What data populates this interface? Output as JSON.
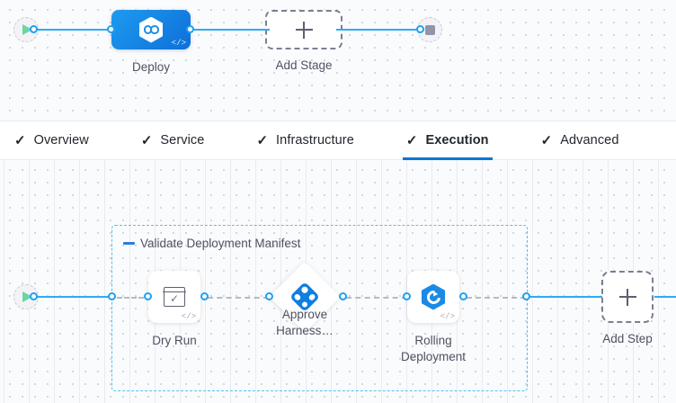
{
  "stage_canvas": {
    "start_node": {
      "icon": "play-icon",
      "name": "pipeline-start"
    },
    "stage": {
      "label": "Deploy",
      "icon": "harness-hexagon-icon",
      "code_badge": "</>",
      "color": "#0f6fd8"
    },
    "add_stage": {
      "label": "Add Stage",
      "icon": "plus-icon"
    },
    "end_node": {
      "icon": "stop-icon",
      "name": "pipeline-end"
    }
  },
  "tabs": [
    {
      "label": "Overview",
      "check": "✓",
      "active": false
    },
    {
      "label": "Service",
      "check": "✓",
      "active": false
    },
    {
      "label": "Infrastructure",
      "check": "✓",
      "active": false
    },
    {
      "label": "Execution",
      "check": "✓",
      "active": true
    },
    {
      "label": "Advanced",
      "check": "✓",
      "active": false
    }
  ],
  "execution_canvas": {
    "start_node": {
      "icon": "play-icon",
      "name": "execution-start"
    },
    "step_group": {
      "title": "Validate Deployment Manifest",
      "collapse_icon": "collapse-dash-icon",
      "border_color": "#55c0f0"
    },
    "steps": [
      {
        "label": "Dry Run",
        "icon": "window-check-icon",
        "shape": "rounded-square",
        "code_badge": "</>"
      },
      {
        "label": "Approve\nHarness…",
        "icon": "harness-approval-icon",
        "shape": "diamond",
        "code_badge": ""
      },
      {
        "label": "Rolling Deployment",
        "icon": "rolling-deployment-icon",
        "shape": "rounded-square",
        "code_badge": "</>"
      }
    ],
    "add_step": {
      "label": "Add Step",
      "icon": "plus-icon"
    }
  },
  "theme": {
    "accent": "#0278d5",
    "link": "#2eabf5",
    "canvas_bg": "#fafbfc",
    "text": "#4f5162"
  }
}
